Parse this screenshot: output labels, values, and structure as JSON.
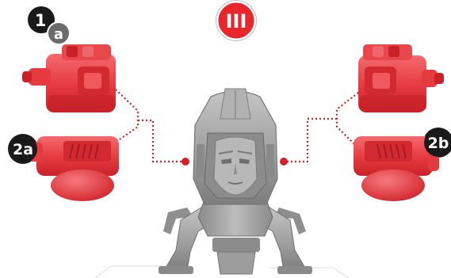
{
  "step_badge": {
    "label": "III",
    "color": "#e8262b"
  },
  "labels": {
    "step_number": "1",
    "step_letter": "a",
    "left_part": "2a",
    "right_part": "2b"
  },
  "colors": {
    "part_red": "#e53a3f",
    "part_red_dark": "#c82228",
    "part_red_light": "#f46a6e",
    "model_gray": "#9a9a9a",
    "model_gray_dark": "#6f6f6f",
    "model_gray_light": "#c4c4c4",
    "connector_dot": "#d62027",
    "badge_black": "#1a1a1a",
    "badge_gray": "#6b6b6b"
  }
}
